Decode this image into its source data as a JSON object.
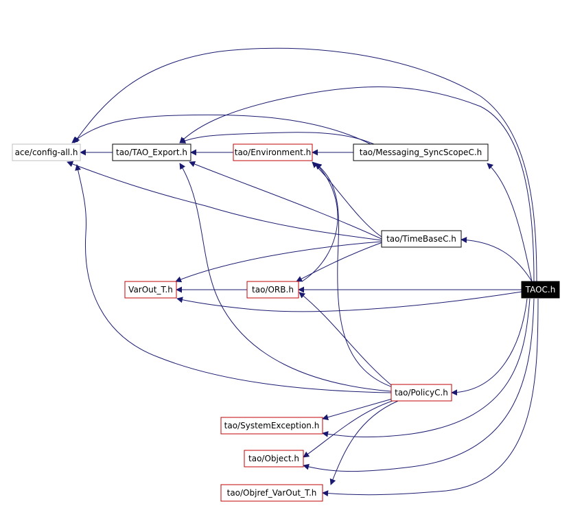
{
  "graph": {
    "colors": {
      "edge": "#191970",
      "node_border_black": "#000000",
      "node_border_red": "#c00000",
      "node_border_gray": "#bfbfbf",
      "root_fill": "#000000",
      "root_text": "#ffffff"
    },
    "nodes": {
      "ace_config_all": "ace/config-all.h",
      "tao_export": "tao/TAO_Export.h",
      "tao_environment": "tao/Environment.h",
      "tao_messaging_syncscope": "tao/Messaging_SyncScopeC.h",
      "tao_timebase": "tao/TimeBaseC.h",
      "varout_t": "VarOut_T.h",
      "tao_orb": "tao/ORB.h",
      "taoc": "TAOC.h",
      "tao_policyc": "tao/PolicyC.h",
      "tao_systemexception": "tao/SystemException.h",
      "tao_object": "tao/Object.h",
      "tao_objref_varout": "tao/Objref_VarOut_T.h"
    }
  }
}
